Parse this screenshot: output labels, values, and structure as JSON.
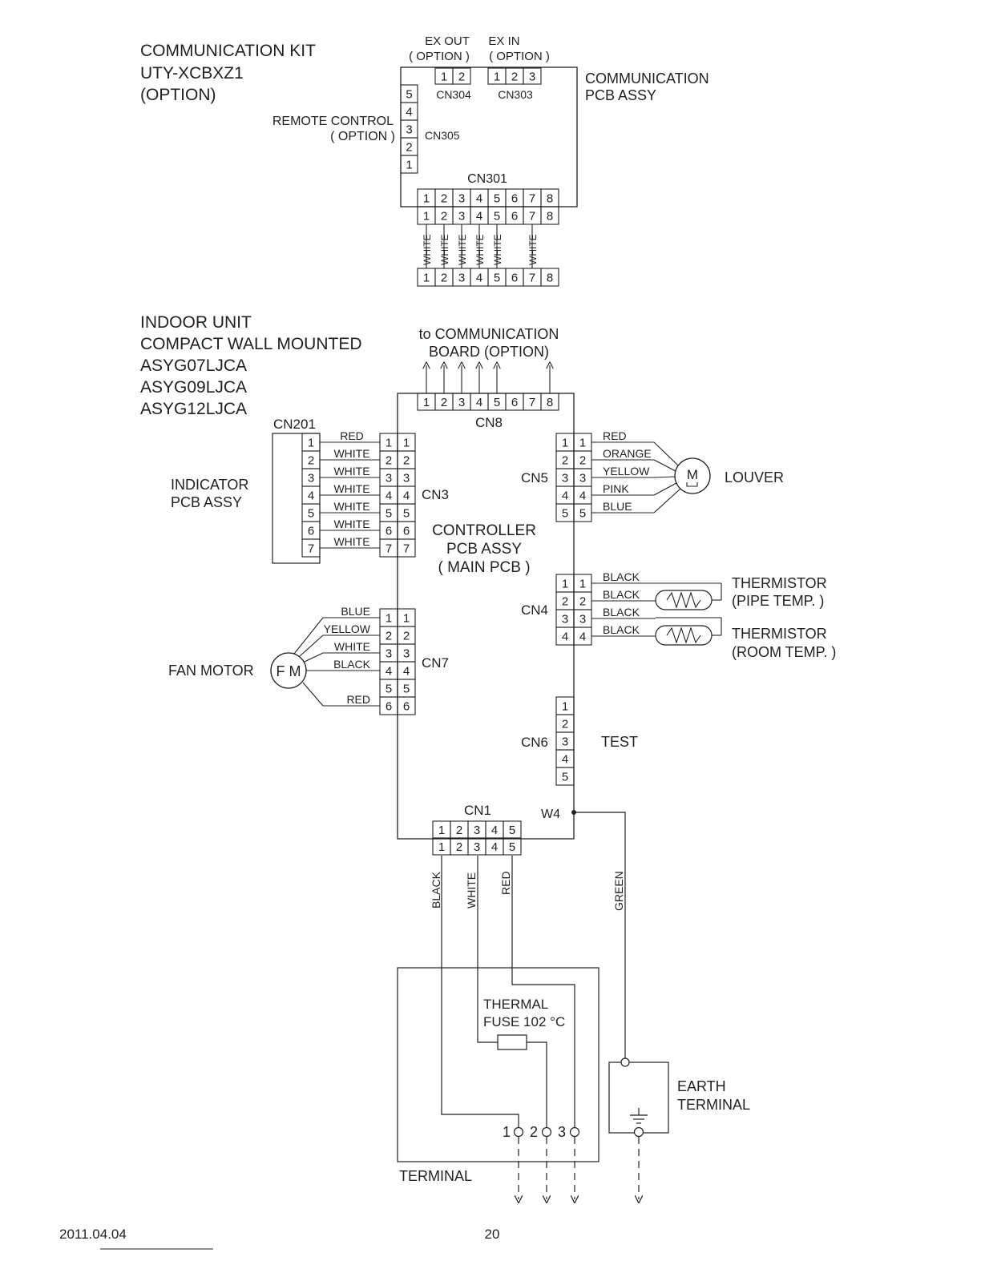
{
  "colors": {
    "ink": "#231f20",
    "paper": "#ffffff",
    "footer_rule": "#1f5fbf"
  },
  "comm_kit": {
    "title": [
      "COMMUNICATION KIT",
      "UTY-XCBXZ1",
      "(OPTION)"
    ],
    "pcb_label": [
      "COMMUNICATION",
      "PCB ASSY"
    ],
    "ex_out": [
      "EX OUT",
      "( OPTION )"
    ],
    "ex_in": [
      "EX IN",
      "( OPTION )"
    ],
    "remote": [
      "REMOTE CONTROL",
      "( OPTION )"
    ],
    "cn304": {
      "name": "CN304",
      "pins": [
        "1",
        "2"
      ]
    },
    "cn303": {
      "name": "CN303",
      "pins": [
        "1",
        "2",
        "3"
      ]
    },
    "cn305": {
      "name": "CN305",
      "pins": [
        "5",
        "4",
        "3",
        "2",
        "1"
      ]
    },
    "cn301": {
      "name": "CN301",
      "pins": [
        "1",
        "2",
        "3",
        "4",
        "5",
        "6",
        "7",
        "8"
      ]
    },
    "cable_wires": [
      {
        "pin": 1,
        "color": "WHITE"
      },
      {
        "pin": 2,
        "color": "WHITE"
      },
      {
        "pin": 3,
        "color": "WHITE"
      },
      {
        "pin": 4,
        "color": "WHITE"
      },
      {
        "pin": 5,
        "color": "WHITE"
      },
      {
        "pin": 7,
        "color": "WHITE"
      }
    ],
    "cable_end_pins": [
      "1",
      "2",
      "3",
      "4",
      "5",
      "6",
      "7",
      "8"
    ]
  },
  "indoor_unit": {
    "title": [
      "INDOOR UNIT",
      "COMPACT WALL MOUNTED",
      "ASYG07LJCA",
      "ASYG09LJCA",
      "ASYG12LJCA"
    ],
    "to_comm": [
      "to COMMUNICATION",
      "BOARD (OPTION)"
    ],
    "controller": [
      "CONTROLLER",
      "PCB ASSY",
      "( MAIN PCB )"
    ],
    "cn8": {
      "name": "CN8",
      "pins": [
        "1",
        "2",
        "3",
        "4",
        "5",
        "6",
        "7",
        "8"
      ],
      "arrow_pins": [
        1,
        2,
        3,
        4,
        5,
        8
      ]
    },
    "cn201": {
      "name": "CN201",
      "pins": [
        "1",
        "2",
        "3",
        "4",
        "5",
        "6",
        "7"
      ]
    },
    "indicator": [
      "INDICATOR",
      "PCB ASSY"
    ],
    "cn3": {
      "name": "CN3",
      "pins": [
        "1",
        "2",
        "3",
        "4",
        "5",
        "6",
        "7"
      ],
      "wires": [
        "RED",
        "WHITE",
        "WHITE",
        "WHITE",
        "WHITE",
        "WHITE",
        "WHITE"
      ]
    },
    "cn7": {
      "name": "CN7",
      "pins": [
        "1",
        "2",
        "3",
        "4",
        "5",
        "6"
      ],
      "wires": [
        "BLUE",
        "YELLOW",
        "WHITE",
        "BLACK",
        "",
        "RED"
      ]
    },
    "fan_motor": {
      "label": "FAN MOTOR",
      "symbol": "F M"
    },
    "cn5": {
      "name": "CN5",
      "pins": [
        "1",
        "2",
        "3",
        "4",
        "5"
      ],
      "wires": [
        "RED",
        "ORANGE",
        "YELLOW",
        "PINK",
        "BLUE"
      ]
    },
    "louver": {
      "label": "LOUVER",
      "symbol": "M"
    },
    "cn4": {
      "name": "CN4",
      "pins": [
        "1",
        "2",
        "3",
        "4"
      ],
      "wires": [
        "BLACK",
        "BLACK",
        "BLACK",
        "BLACK"
      ]
    },
    "thermistor_pipe": [
      "THERMISTOR",
      "(PIPE TEMP. )"
    ],
    "thermistor_room": [
      "THERMISTOR",
      "(ROOM TEMP. )"
    ],
    "cn6": {
      "name": "CN6",
      "pins": [
        "1",
        "2",
        "3",
        "4",
        "5"
      ],
      "label": "TEST"
    },
    "cn1": {
      "name": "CN1",
      "pins": [
        "1",
        "2",
        "3",
        "4",
        "5"
      ]
    },
    "w4": "W4",
    "power_wires": [
      "BLACK",
      "WHITE",
      "RED",
      "GREEN"
    ],
    "thermal_fuse": [
      "THERMAL",
      "FUSE 102 °C"
    ],
    "terminal": {
      "label": "TERMINAL",
      "numbers": [
        "1",
        "2",
        "3"
      ]
    },
    "earth": [
      "EARTH",
      "TERMINAL"
    ]
  },
  "footer": {
    "date": "2011.04.04",
    "page": "20"
  }
}
